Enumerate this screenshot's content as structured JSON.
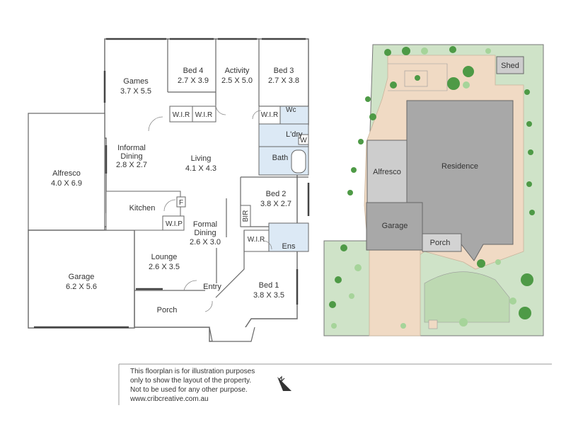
{
  "floorplan": {
    "rooms": {
      "games": {
        "name": "Games",
        "dims": "3.7 X 5.5"
      },
      "bed4": {
        "name": "Bed 4",
        "dims": "2.7 X 3.9"
      },
      "activity": {
        "name": "Activity",
        "dims": "2.5 X 5.0"
      },
      "bed3": {
        "name": "Bed 3",
        "dims": "2.7 X 3.8"
      },
      "wir1": {
        "name": "W.I.R"
      },
      "wir2": {
        "name": "W.I.R"
      },
      "wir3": {
        "name": "W.I.R"
      },
      "wc": {
        "name": "Wc"
      },
      "laundry": {
        "name": "L'dry"
      },
      "w": {
        "name": "W"
      },
      "informal_dining": {
        "name1": "Informal",
        "name2": "Dining",
        "dims": "2.8 X 2.7"
      },
      "living": {
        "name": "Living",
        "dims": "4.1 X 4.3"
      },
      "bath": {
        "name": "Bath"
      },
      "alfresco": {
        "name": "Alfresco",
        "dims": "4.0 X 6.9"
      },
      "kitchen": {
        "name": "Kitchen"
      },
      "f": {
        "name": "F"
      },
      "wip": {
        "name": "W.I.P"
      },
      "bed2": {
        "name": "Bed 2",
        "dims": "3.8 X 2.7"
      },
      "bir": {
        "name": "BIR"
      },
      "formal_dining": {
        "name1": "Formal",
        "name2": "Dining",
        "dims": "2.6 X 3.0"
      },
      "lounge": {
        "name": "Lounge",
        "dims": "2.6 X 3.5"
      },
      "wir4": {
        "name": "W.I.R"
      },
      "ens": {
        "name": "Ens"
      },
      "garage": {
        "name": "Garage",
        "dims": "6.2 X 5.6"
      },
      "entry": {
        "name": "Entry"
      },
      "porch": {
        "name": "Porch"
      },
      "bed1": {
        "name": "Bed 1",
        "dims": "3.8 X 3.5"
      }
    }
  },
  "siteplan": {
    "labels": {
      "shed": "Shed",
      "alfresco": "Alfresco",
      "residence": "Residence",
      "garage": "Garage",
      "porch": "Porch"
    },
    "colors": {
      "lawn": "#cfe3c8",
      "paving": "#f0dac4",
      "residence": "#a8a8a8",
      "alfresco": "#cdcdcd",
      "garage": "#a8a8a8",
      "porch": "#d3d3d3",
      "shed": "#cdcdcd",
      "tree_dark": "#4e9a46",
      "tree_light": "#a6d49a"
    }
  },
  "disclaimer": {
    "line1": "This floorplan is for illustration purposes",
    "line2": "only to show the layout of the property.",
    "line3": "Not to be used for any other purpose.",
    "line4": "www.cribcreative.com.au"
  },
  "north_icon": "north-arrow-icon"
}
